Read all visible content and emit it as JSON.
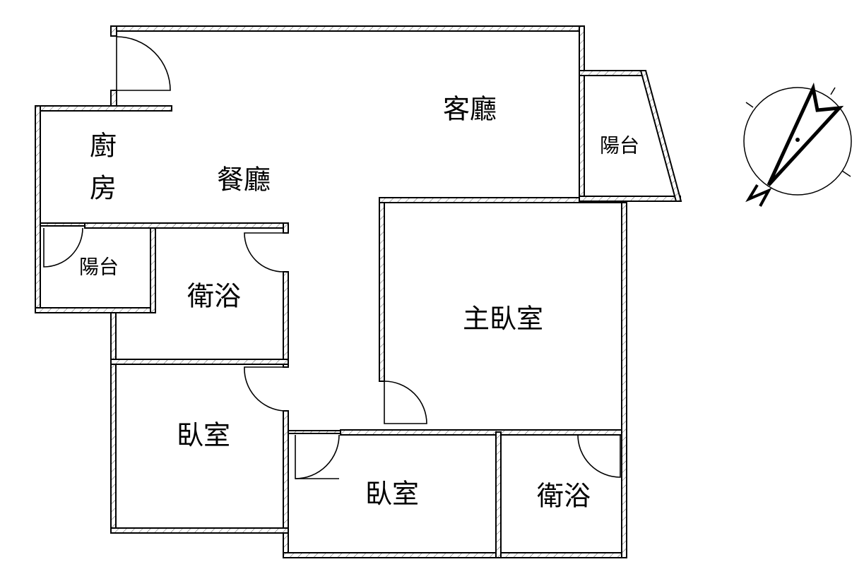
{
  "rooms": {
    "living_room": "客廳",
    "balcony_east": "陽台",
    "kitchen_1": "廚",
    "kitchen_2": "房",
    "dining_room": "餐廳",
    "balcony_west": "陽台",
    "bathroom_1": "衛浴",
    "master_bedroom": "主臥室",
    "bedroom_1": "臥室",
    "bedroom_2": "臥室",
    "bathroom_2": "衛浴"
  },
  "compass": {
    "icon": "north-arrow-icon"
  }
}
